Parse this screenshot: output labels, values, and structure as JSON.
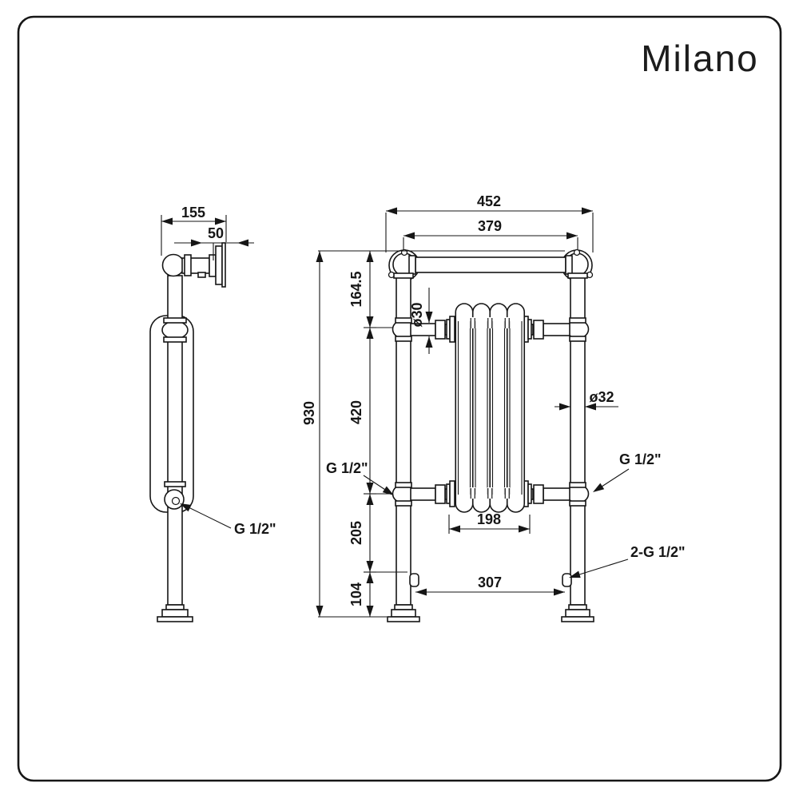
{
  "drawing": {
    "logo": "Milano",
    "side": {
      "dim_depth": "155",
      "dim_wall": "50",
      "label_valve": "G 1/2\""
    },
    "front": {
      "dim_width": "452",
      "dim_rail": "379",
      "dim_height": "930",
      "dim_top": "164.5",
      "dim_pipe": "ø30",
      "dim_mid": "420",
      "dim_lower": "205",
      "dim_floor": "104",
      "dim_pole": "ø32",
      "label_left_valve": "G 1/2\"",
      "label_right_valve": "G 1/2\"",
      "dim_body": "198",
      "dim_inlet_span": "307",
      "label_inlets": "2-G 1/2\""
    }
  }
}
